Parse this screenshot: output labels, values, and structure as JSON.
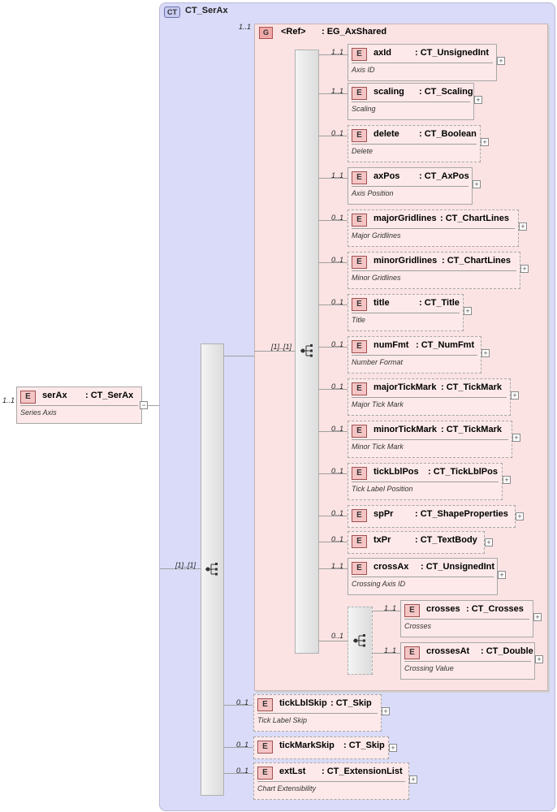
{
  "root": {
    "badge": "E",
    "name": "serAx",
    "type": ": CT_SerAx",
    "desc": "Series Axis",
    "card": "1..1"
  },
  "complex_type": {
    "badge": "CT",
    "title": "CT_SerAx"
  },
  "outer_sequence": {
    "card": "[1]..[1]"
  },
  "group": {
    "badge": "G",
    "ref": "<Ref>",
    "type": ": EG_AxShared",
    "card": "1..1",
    "seq_card": "[1]..[1]"
  },
  "group_elements": [
    {
      "card": "1..1",
      "name": "axId",
      "type": ": CT_UnsignedInt",
      "desc": "Axis ID",
      "optional": false
    },
    {
      "card": "1..1",
      "name": "scaling",
      "type": ": CT_Scaling",
      "desc": "Scaling",
      "optional": false
    },
    {
      "card": "0..1",
      "name": "delete",
      "type": ": CT_Boolean",
      "desc": "Delete",
      "optional": true
    },
    {
      "card": "1..1",
      "name": "axPos",
      "type": ": CT_AxPos",
      "desc": "Axis Position",
      "optional": false
    },
    {
      "card": "0..1",
      "name": "majorGridlines",
      "type": ": CT_ChartLines",
      "desc": "Major Gridlines",
      "optional": true
    },
    {
      "card": "0..1",
      "name": "minorGridlines",
      "type": ": CT_ChartLines",
      "desc": "Minor Gridlines",
      "optional": true
    },
    {
      "card": "0..1",
      "name": "title",
      "type": ": CT_Title",
      "desc": "Title",
      "optional": true
    },
    {
      "card": "0..1",
      "name": "numFmt",
      "type": ": CT_NumFmt",
      "desc": "Number Format",
      "optional": true
    },
    {
      "card": "0..1",
      "name": "majorTickMark",
      "type": ": CT_TickMark",
      "desc": "Major Tick Mark",
      "optional": true
    },
    {
      "card": "0..1",
      "name": "minorTickMark",
      "type": ": CT_TickMark",
      "desc": "Minor Tick Mark",
      "optional": true
    },
    {
      "card": "0..1",
      "name": "tickLblPos",
      "type": ": CT_TickLblPos",
      "desc": "Tick Label Position",
      "optional": true
    },
    {
      "card": "0..1",
      "name": "spPr",
      "type": ": CT_ShapeProperties",
      "desc": "",
      "optional": true
    },
    {
      "card": "0..1",
      "name": "txPr",
      "type": ": CT_TextBody",
      "desc": "",
      "optional": true
    },
    {
      "card": "1..1",
      "name": "crossAx",
      "type": ": CT_UnsignedInt",
      "desc": "Crossing Axis ID",
      "optional": false
    }
  ],
  "choice": {
    "card": "0..1",
    "elements": [
      {
        "card": "1..1",
        "name": "crosses",
        "type": ": CT_Crosses",
        "desc": "Crosses",
        "optional": false
      },
      {
        "card": "1..1",
        "name": "crossesAt",
        "type": ": CT_Double",
        "desc": "Crossing Value",
        "optional": false
      }
    ]
  },
  "outer_elements": [
    {
      "card": "0..1",
      "name": "tickLblSkip",
      "type": ": CT_Skip",
      "desc": "Tick Label Skip",
      "optional": true
    },
    {
      "card": "0..1",
      "name": "tickMarkSkip",
      "type": ": CT_Skip",
      "desc": "",
      "optional": true
    },
    {
      "card": "0..1",
      "name": "extLst",
      "type": ": CT_ExtensionList",
      "desc": "Chart Extensibility",
      "optional": true
    }
  ],
  "labels": {
    "element_badge": "E",
    "expand": "+",
    "collapse": "−"
  }
}
